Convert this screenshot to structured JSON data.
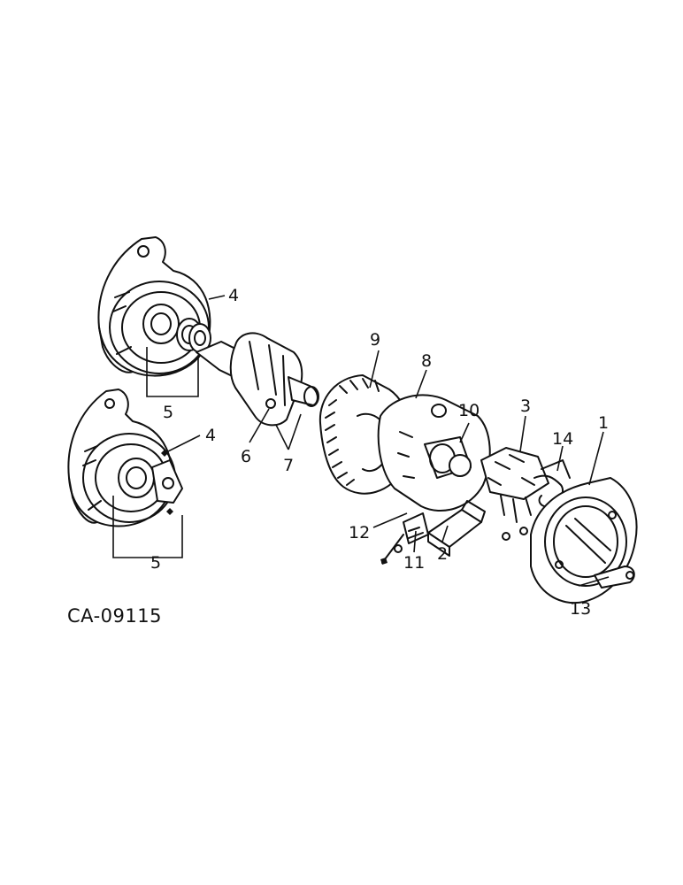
{
  "figure_id": "CA-09115",
  "callouts": {
    "c1": "1",
    "c2": "2",
    "c3": "3",
    "c4a": "4",
    "c4b": "4",
    "c5a": "5",
    "c5b": "5",
    "c6": "6",
    "c7": "7",
    "c8": "8",
    "c9": "9",
    "c10": "10",
    "c11": "11",
    "c12": "12",
    "c13": "13",
    "c14": "14"
  },
  "colors": {
    "ink": "#111111",
    "background": "#ffffff"
  }
}
